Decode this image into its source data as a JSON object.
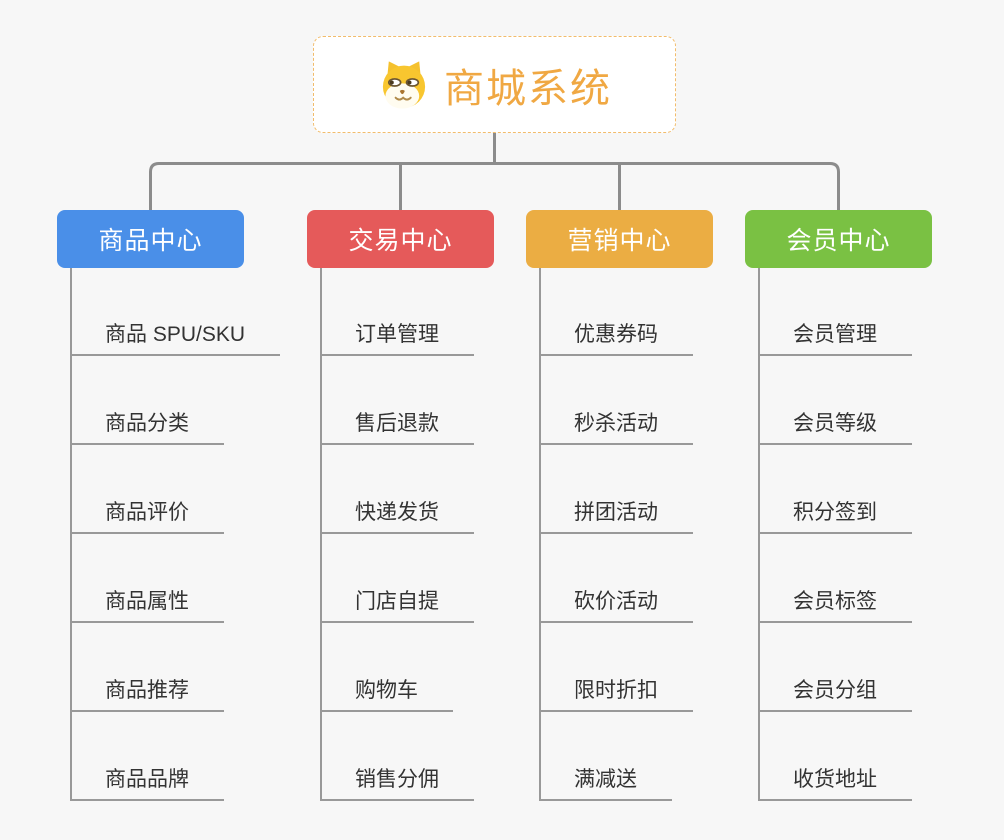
{
  "canvas": {
    "background": "#F7F7F7",
    "connector_color": "#8C8C8C",
    "leaf_line_color": "#999999",
    "leaf_text_color": "#333333"
  },
  "root": {
    "title": "商城系统",
    "icon": "dog-face-icon",
    "title_color": "#F0A843",
    "border_color": "#F2BC6B"
  },
  "branches": [
    {
      "label": "商品中心",
      "color": "#4A8FE8",
      "items": [
        "商品 SPU/SKU",
        "商品分类",
        "商品评价",
        "商品属性",
        "商品推荐",
        "商品品牌"
      ]
    },
    {
      "label": "交易中心",
      "color": "#E55A5A",
      "items": [
        "订单管理",
        "售后退款",
        "快递发货",
        "门店自提",
        "购物车",
        "销售分佣"
      ]
    },
    {
      "label": "营销中心",
      "color": "#EBAD43",
      "items": [
        "优惠券码",
        "秒杀活动",
        "拼团活动",
        "砍价活动",
        "限时折扣",
        "满减送"
      ]
    },
    {
      "label": "会员中心",
      "color": "#7AC143",
      "items": [
        "会员管理",
        "会员等级",
        "积分签到",
        "会员标签",
        "会员分组",
        "收货地址"
      ]
    }
  ]
}
